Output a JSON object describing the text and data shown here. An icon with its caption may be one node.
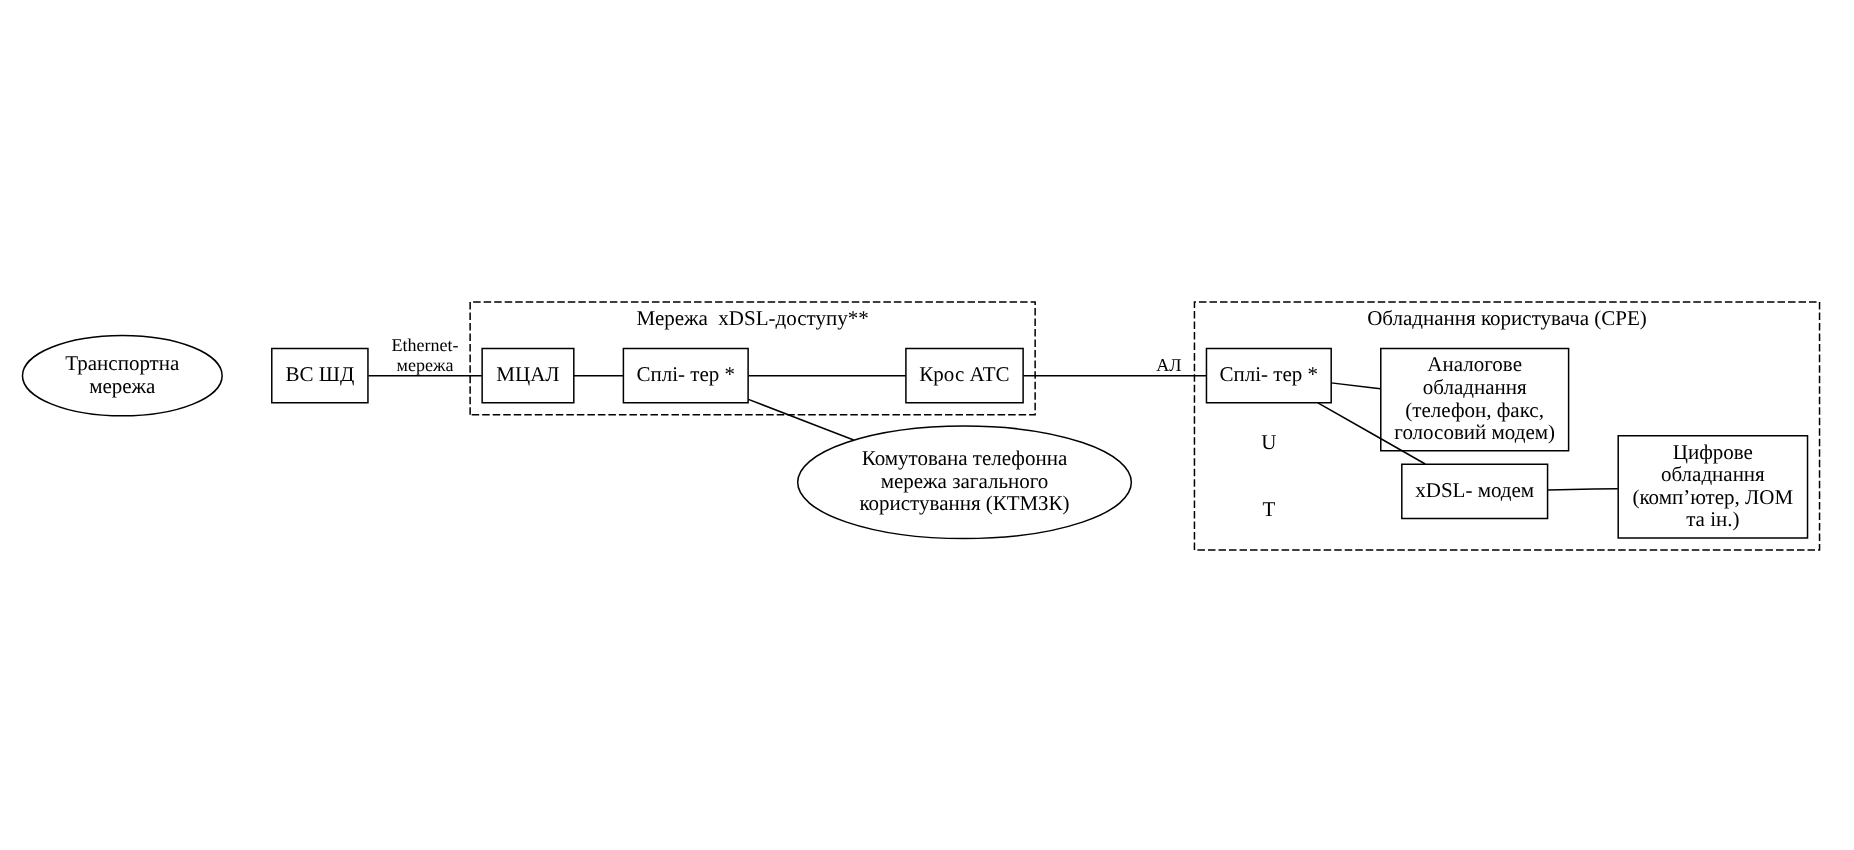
{
  "diagram": {
    "nodes": [
      {
        "text": [
          "Мережа  xDSL-доступу**"
        ]
      },
      {
        "text": [
          "Обладнання користувача (CPE)"
        ]
      },
      {
        "text": [
          "Транспортна мережа"
        ]
      },
      {
        "text": [
          "ВС ШД"
        ]
      },
      {
        "text": [
          "МЦАЛ"
        ],
        "in": 0
      },
      {
        "text": [
          "Сплі- тер *"
        ],
        "in": 0
      },
      {
        "text": [
          "Крос АТС"
        ],
        "in": 0
      },
      {
        "text": [
          "Сплі- тер *"
        ],
        "in": 1
      },
      {
        "text": [
          "xDSL- модем"
        ],
        "in": 1
      },
      {
        "text": [
          "Цифрове обладнання (комп’ютер, ЛОМ та ін.)"
        ],
        "in": 1
      },
      {
        "text": [
          "Аналогове обладнання (телефон, факс, голосовий модем)"
        ],
        "in": 1
      },
      {
        "text": [
          "Комутована телефонна мережа загального користування (КТМЗК)"
        ]
      }
    ],
    "edges": [
      {
        "from": 3,
        "to": 4,
        "arrow": "none",
        "label": "Ethernet- мережа"
      },
      {
        "from": 4,
        "to": 5,
        "arrow": "none"
      },
      {
        "from": 5,
        "to": 6,
        "arrow": "none"
      },
      {
        "from": 6,
        "to": 7,
        "arrow": "none",
        "label": "АЛ"
      },
      {
        "from": 7,
        "to": 8,
        "arrow": "none"
      },
      {
        "from": 8,
        "to": 9,
        "arrow": "none"
      },
      {
        "from": 7,
        "to": 10,
        "arrow": "none"
      },
      {
        "from": 5,
        "to": 11,
        "arrow": "none"
      }
    ],
    "labels": [
      "U",
      "T"
    ]
  }
}
